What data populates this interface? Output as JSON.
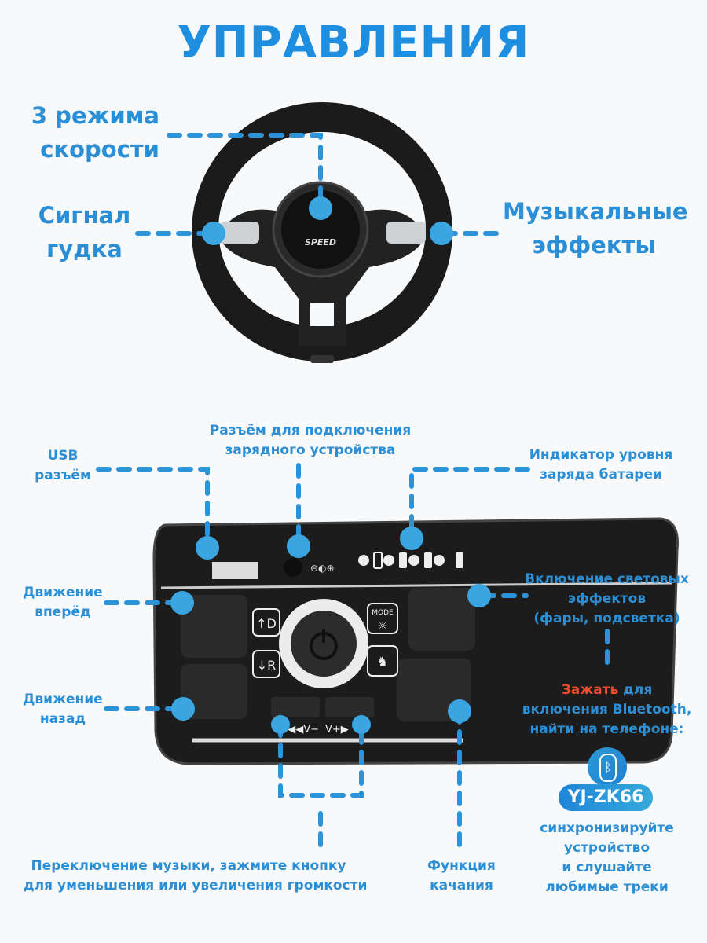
{
  "title": "УПРАВЛЕНИЯ",
  "colors": {
    "accent": "#2a8fd6",
    "dot": "#3aa5e0",
    "highlight": "#f04a2a",
    "device": "#1c1c1c"
  },
  "wheel": {
    "hub_text": "SPEED",
    "labels": {
      "speed_modes": [
        "3 режима",
        "скорости"
      ],
      "horn": [
        "Сигнал",
        "гудка"
      ],
      "music": [
        "Музыкальные",
        "эффекты"
      ]
    }
  },
  "panel": {
    "buttons": {
      "drive": "D",
      "reverse": "R",
      "mode": "MODE",
      "vol_down": "V−",
      "vol_up": "V+"
    },
    "labels": {
      "usb": [
        "USB",
        "разъём"
      ],
      "charger": [
        "Разъём для подключения",
        "зарядного устройства"
      ],
      "battery": [
        "Индикатор уровня",
        "заряда батареи"
      ],
      "forward": [
        "Движение",
        "вперёд"
      ],
      "backward": [
        "Движение",
        "назад"
      ],
      "lights": [
        "Включение световых",
        "эффектов",
        "(фары, подсветка)"
      ],
      "music_switch": [
        "Переключение музыки, зажмите кнопку",
        "для уменьшения или увеличения громкости"
      ],
      "rocking": [
        "Функция",
        "качания"
      ]
    }
  },
  "bluetooth": {
    "hold_word": "Зажать",
    "line1_rest": " для",
    "line2": "включения Bluetooth,",
    "line3": "найти на телефоне:",
    "icon": "bluetooth-icon",
    "device_name": "YJ-ZK66",
    "sync": [
      "синхронизируйте",
      "устройство",
      "и слушайте",
      "любимые треки"
    ]
  }
}
